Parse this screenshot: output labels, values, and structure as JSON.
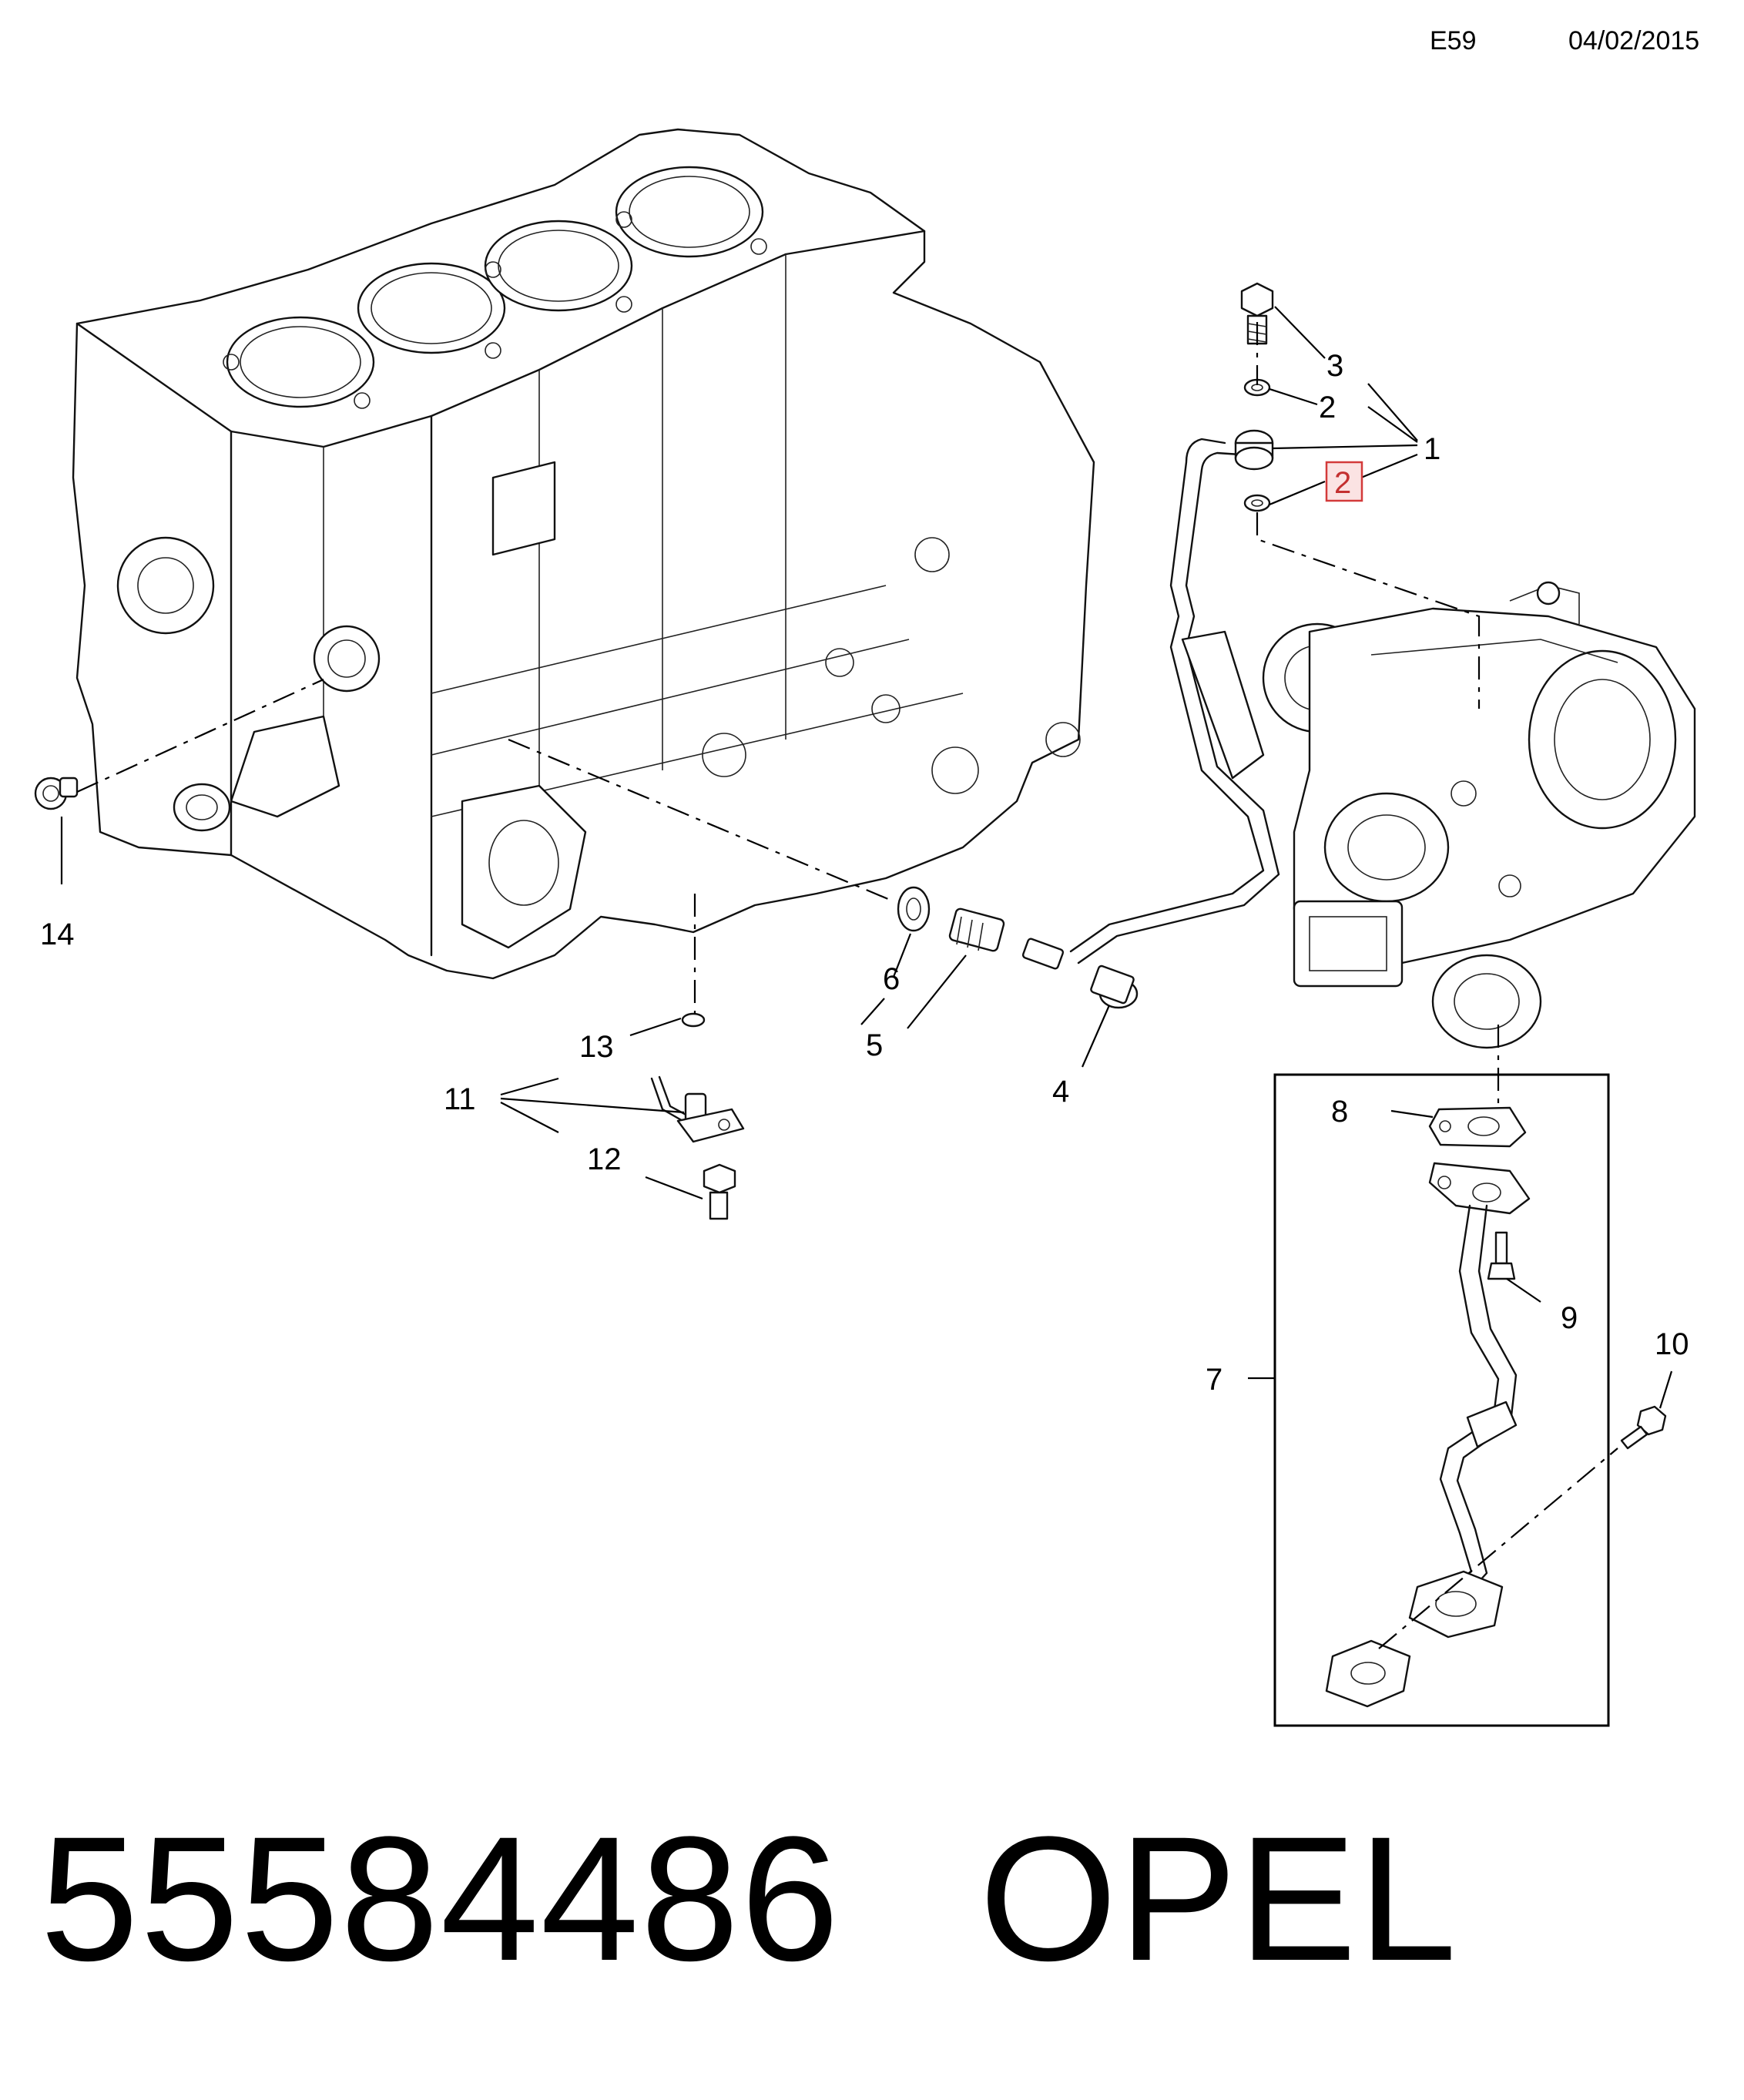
{
  "header": {
    "code": "E59",
    "date": "04/02/2015"
  },
  "callouts": {
    "c1": "1",
    "c2a": "2",
    "c2b": "2",
    "c3": "3",
    "c4": "4",
    "c5": "5",
    "c6": "6",
    "c7": "7",
    "c8": "8",
    "c9": "9",
    "c10": "10",
    "c11": "11",
    "c12": "12",
    "c13": "13",
    "c14": "14"
  },
  "highlight": {
    "callout": "2",
    "border_color": "#d33a3a",
    "fill_color": "#fbe3e3"
  },
  "footer": {
    "part_number": "55584486",
    "brand": "OPEL"
  }
}
